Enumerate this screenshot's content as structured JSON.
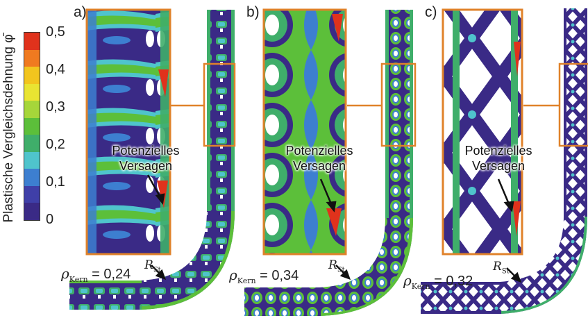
{
  "legend": {
    "title": "Plastische Vergleichsdehnung φ̄",
    "ticks": [
      "0,5",
      "0,4",
      "0,3",
      "0,2",
      "0,1",
      "0"
    ],
    "colors": [
      "#e0321c",
      "#f07a20",
      "#f2c51e",
      "#e9e432",
      "#a6d63a",
      "#5cbf3a",
      "#3fae6a",
      "#4fc4cc",
      "#3d7fd0",
      "#3f3fa8",
      "#3a2a86"
    ]
  },
  "panels": [
    {
      "label": "a)",
      "rho": "= 0,24",
      "callout": [
        "Potenzielles",
        "Versagen"
      ],
      "rst": "R",
      "rst_sub": "St"
    },
    {
      "label": "b)",
      "rho": "= 0,34",
      "callout": [
        "Potenzielles",
        "Versagen"
      ],
      "rst": "R",
      "rst_sub": "St"
    },
    {
      "label": "c)",
      "rho": "= 0,32",
      "callout": [
        "Potenzielles",
        "Versagen"
      ],
      "rst": "R",
      "rst_sub": "St"
    }
  ],
  "rho_symbol": "ρ",
  "rho_sub": "Kern",
  "colors": {
    "frame": "#e0822a",
    "core": "#3a2a86"
  }
}
